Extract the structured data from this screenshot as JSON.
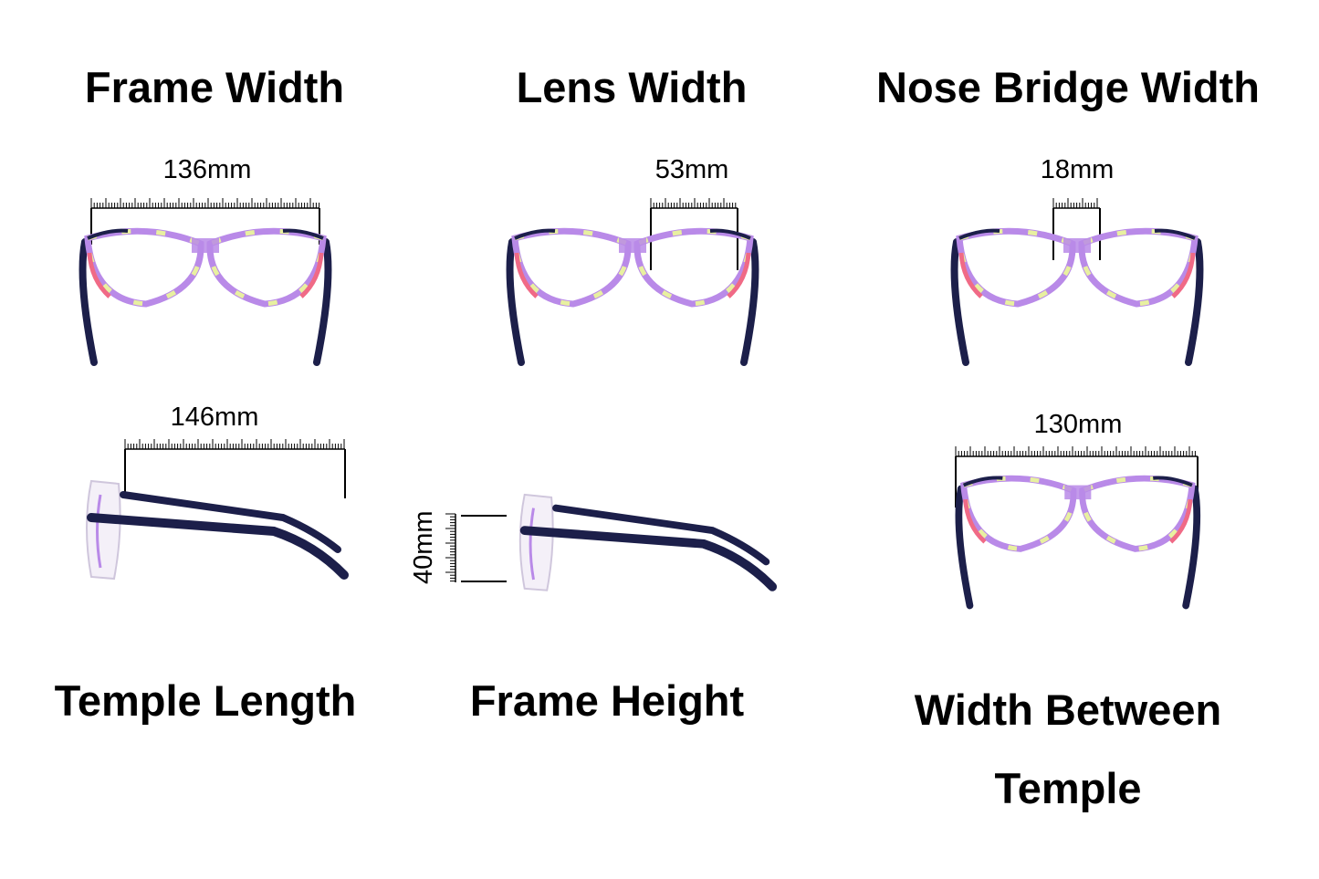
{
  "titles": {
    "frame_width": "Frame Width",
    "lens_width": "Lens Width",
    "nose_bridge_width": "Nose Bridge Width",
    "temple_length": "Temple Length",
    "frame_height": "Frame Height",
    "width_between_line1": "Width Between",
    "width_between_line2": "Temple"
  },
  "measurements": {
    "frame_width": "136mm",
    "lens_width": "53mm",
    "nose_bridge_width": "18mm",
    "temple_length": "146mm",
    "frame_height": "40mm",
    "width_between_temple": "130mm"
  },
  "colors": {
    "rim_purple": "#b98ae8",
    "rim_yellow": "#e8f0a0",
    "rim_pink": "#f06a86",
    "temple_navy": "#1c1f4a"
  }
}
